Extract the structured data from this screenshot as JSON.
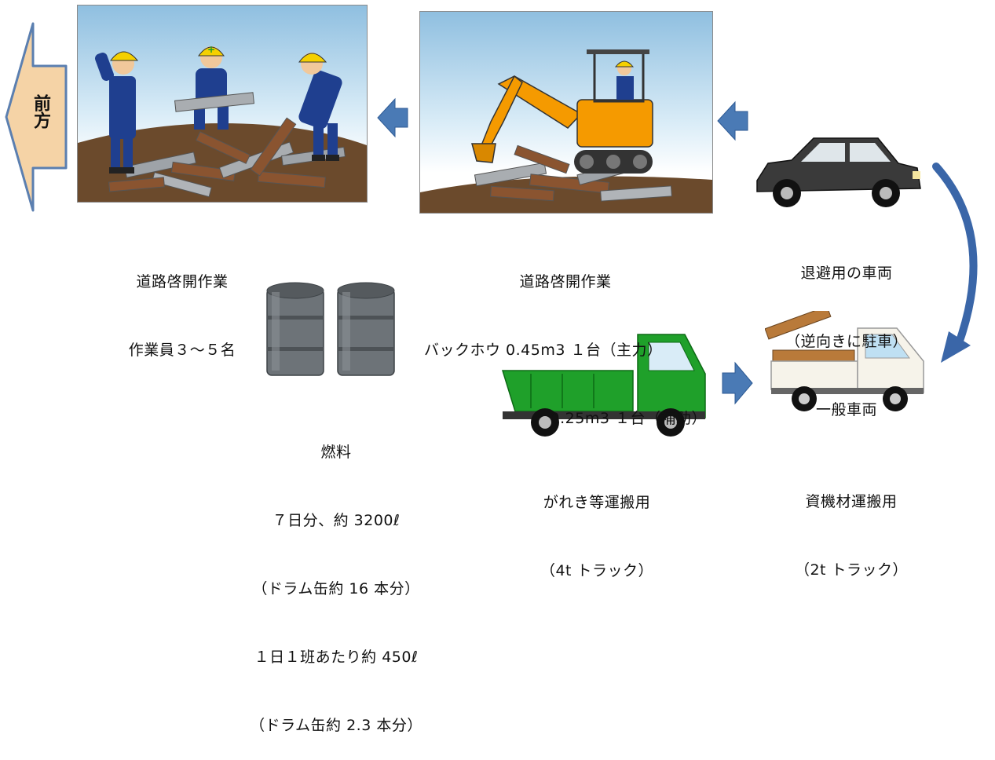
{
  "forward_arrow": {
    "label": "前方"
  },
  "workers_scene": {
    "caption_line1": "道路啓開作業",
    "caption_line2": "作業員３～５名"
  },
  "excavator_scene": {
    "caption_line1": "道路啓開作業",
    "caption_line2": "バックホウ 0.45m3 １台（主力）",
    "caption_line3": "0.25m3 １台（補助）"
  },
  "evacuation_car": {
    "caption_line1": "退避用の車両",
    "caption_line2": "（逆向きに駐車）",
    "caption_line3": "一般車両"
  },
  "fuel": {
    "caption_line1": "燃料",
    "caption_line2": "７日分、約 3200ℓ",
    "caption_line3": "（ドラム缶約 16 本分）",
    "caption_line4": "１日１班あたり約 450ℓ",
    "caption_line5": "（ドラム缶約 2.3 本分）"
  },
  "debris_truck": {
    "caption_line1": "がれき等運搬用",
    "caption_line2": "（4t トラック）"
  },
  "material_truck": {
    "caption_line1": "資機材運搬用",
    "caption_line2": "（2t トラック）"
  },
  "colors": {
    "flow_arrow": "#4a7ab5",
    "forward_arrow_fill": "#f5d3a6",
    "forward_arrow_stroke": "#5b7fb0",
    "helmet": "#f5d000",
    "uniform": "#1f3f8f",
    "excavator": "#f59a00",
    "dump_truck": "#1fa02a",
    "car": "#3a3a3a",
    "drum": "#6d7378"
  }
}
